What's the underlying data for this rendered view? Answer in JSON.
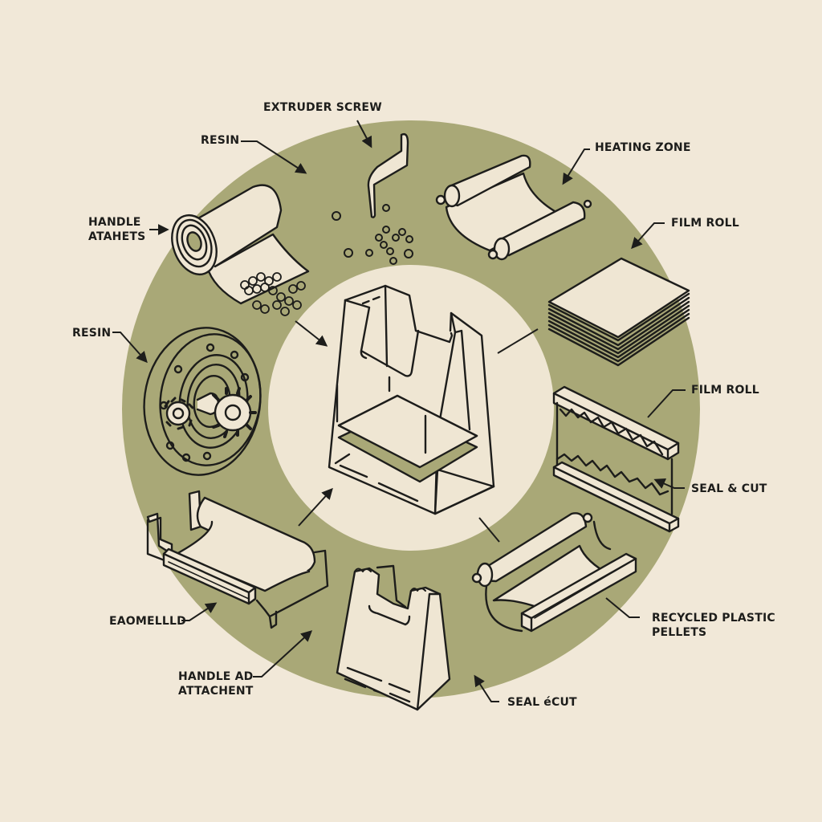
{
  "diagram": {
    "type": "process-cycle",
    "subject": "plastic bag manufacturing",
    "center_item": "plastic-shopping-bag",
    "colors": {
      "background": "#f1e8d8",
      "ring": "#a9a877",
      "ink": "#1d1d1b",
      "fill": "#efe6d3"
    }
  },
  "labels": [
    {
      "id": "extruder-screw",
      "lines": [
        "EXTRUDER SCREW"
      ]
    },
    {
      "id": "resin-top",
      "lines": [
        "RESIN"
      ]
    },
    {
      "id": "heating-zone",
      "lines": [
        "HEATING ZONE"
      ]
    },
    {
      "id": "handle-atahets",
      "lines": [
        "HANDLE",
        "ATAHETS"
      ]
    },
    {
      "id": "film-roll-top",
      "lines": [
        "FILM ROLL"
      ]
    },
    {
      "id": "resin-left",
      "lines": [
        "RESIN"
      ]
    },
    {
      "id": "film-roll-right",
      "lines": [
        "FILM ROLL"
      ]
    },
    {
      "id": "seal-cut-right",
      "lines": [
        "SEAL & CUT"
      ]
    },
    {
      "id": "eaomellld",
      "lines": [
        "EAOMELLLD"
      ]
    },
    {
      "id": "recycled-plastic-pellets",
      "lines": [
        "RECYCLED PLASTIC",
        "PELLETS"
      ]
    },
    {
      "id": "handle-ad-attachent",
      "lines": [
        "HANDLE AD",
        "ATTACHENT"
      ]
    },
    {
      "id": "seal-cut-bottom",
      "lines": [
        "SEAL éCUT"
      ]
    }
  ],
  "stations": [
    {
      "id": "film-roll-with-pellets",
      "icon": "film-roll-icon"
    },
    {
      "id": "extruder-with-pellets",
      "icon": "extruder-screw-icon"
    },
    {
      "id": "heating-rollers",
      "icon": "twin-roller-icon"
    },
    {
      "id": "stacked-film-sheets",
      "icon": "sheet-stack-icon"
    },
    {
      "id": "seal-cut-frame",
      "icon": "serrated-cutter-icon"
    },
    {
      "id": "roller-sealer",
      "icon": "roller-sealer-icon"
    },
    {
      "id": "finished-bag",
      "icon": "shopping-bag-icon"
    },
    {
      "id": "roller-frame",
      "icon": "roller-frame-icon"
    },
    {
      "id": "gear-extruder",
      "icon": "gear-flange-icon"
    }
  ]
}
